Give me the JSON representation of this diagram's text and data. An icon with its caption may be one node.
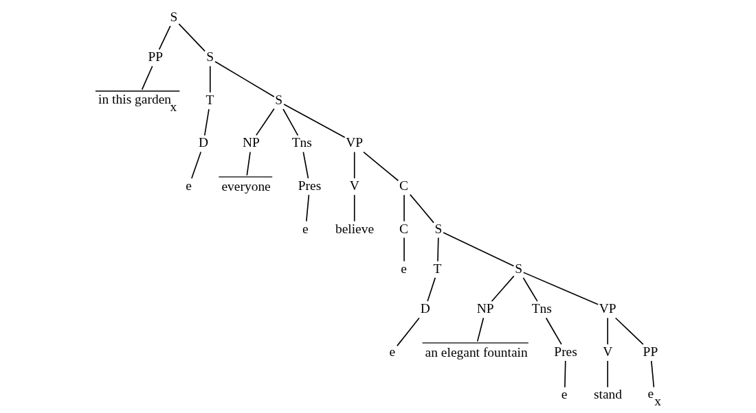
{
  "diagram": {
    "nodes": [
      {
        "text": [
          "S"
        ]
      },
      {
        "text": [
          "PP"
        ]
      },
      {
        "text": [
          "in this garden$_{x}$"
        ]
      },
      {
        "text": [
          "S"
        ]
      },
      {
        "text": [
          "T"
        ]
      },
      {
        "text": [
          "D"
        ]
      },
      {
        "text": [
          "e"
        ]
      },
      {
        "text": [
          "S"
        ]
      },
      {
        "text": [
          "NP"
        ]
      },
      {
        "text": [
          "everyone"
        ]
      },
      {
        "text": [
          "Tns"
        ]
      },
      {
        "text": [
          "Pres"
        ]
      },
      {
        "text": [
          "e"
        ]
      },
      {
        "text": [
          "VP"
        ]
      },
      {
        "text": [
          "V"
        ]
      },
      {
        "text": [
          "believe"
        ]
      },
      {
        "text": [
          "C"
        ]
      },
      {
        "text": [
          "C"
        ]
      },
      {
        "text": [
          "e"
        ]
      },
      {
        "text": [
          "S"
        ]
      },
      {
        "text": [
          "T"
        ]
      },
      {
        "text": [
          "D"
        ]
      },
      {
        "text": [
          "e"
        ]
      },
      {
        "text": [
          "S"
        ]
      },
      {
        "text": [
          "NP"
        ]
      },
      {
        "text": [
          "an elegant fountain"
        ]
      },
      {
        "text": [
          "Tns"
        ]
      },
      {
        "text": [
          "Pres"
        ]
      },
      {
        "text": [
          "e"
        ]
      },
      {
        "text": [
          "VP"
        ]
      },
      {
        "text": [
          "V"
        ]
      },
      {
        "text": [
          "stand"
        ]
      },
      {
        "text": [
          "PP"
        ]
      },
      {
        "text": [
          "e$_{x}$"
        ]
      }
    ],
    "edges": [
      {
        "from": 0,
        "to": 1,
        "arrow": "none"
      },
      {
        "from": 1,
        "to": 2,
        "arrow": "none"
      },
      {
        "from": 0,
        "to": 3,
        "arrow": "none"
      },
      {
        "from": 3,
        "to": 4,
        "arrow": "none"
      },
      {
        "from": 4,
        "to": 5,
        "arrow": "none"
      },
      {
        "from": 5,
        "to": 6,
        "arrow": "none"
      },
      {
        "from": 3,
        "to": 7,
        "arrow": "none"
      },
      {
        "from": 7,
        "to": 8,
        "arrow": "none"
      },
      {
        "from": 8,
        "to": 9,
        "arrow": "none"
      },
      {
        "from": 7,
        "to": 10,
        "arrow": "none"
      },
      {
        "from": 10,
        "to": 11,
        "arrow": "none"
      },
      {
        "from": 11,
        "to": 12,
        "arrow": "none"
      },
      {
        "from": 7,
        "to": 13,
        "arrow": "none"
      },
      {
        "from": 13,
        "to": 14,
        "arrow": "none"
      },
      {
        "from": 14,
        "to": 15,
        "arrow": "none"
      },
      {
        "from": 13,
        "to": 16,
        "arrow": "none"
      },
      {
        "from": 16,
        "to": 17,
        "arrow": "none"
      },
      {
        "from": 17,
        "to": 18,
        "arrow": "none"
      },
      {
        "from": 16,
        "to": 19,
        "arrow": "none"
      },
      {
        "from": 19,
        "to": 20,
        "arrow": "none"
      },
      {
        "from": 20,
        "to": 21,
        "arrow": "none"
      },
      {
        "from": 21,
        "to": 22,
        "arrow": "none"
      },
      {
        "from": 19,
        "to": 23,
        "arrow": "none"
      },
      {
        "from": 23,
        "to": 24,
        "arrow": "none"
      },
      {
        "from": 24,
        "to": 25,
        "arrow": "none"
      },
      {
        "from": 23,
        "to": 26,
        "arrow": "none"
      },
      {
        "from": 26,
        "to": 27,
        "arrow": "none"
      },
      {
        "from": 27,
        "to": 28,
        "arrow": "none"
      },
      {
        "from": 23,
        "to": 29,
        "arrow": "none"
      },
      {
        "from": 29,
        "to": 30,
        "arrow": "none"
      },
      {
        "from": 30,
        "to": 31,
        "arrow": "none"
      },
      {
        "from": 29,
        "to": 32,
        "arrow": "none"
      },
      {
        "from": 32,
        "to": 33,
        "arrow": "none"
      }
    ]
  }
}
